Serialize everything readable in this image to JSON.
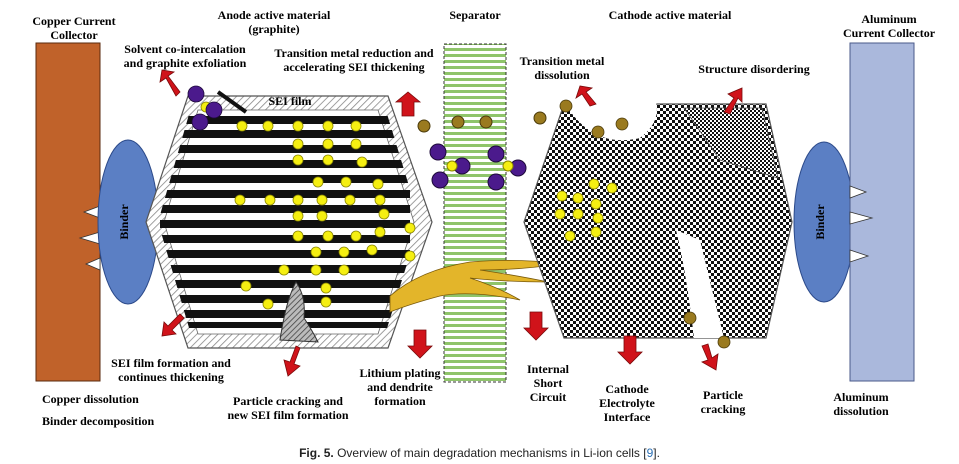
{
  "labels": {
    "copper_collector": [
      "Copper Current",
      "Collector"
    ],
    "anode_material": [
      "Anode active material",
      "(graphite)"
    ],
    "separator": "Separator",
    "cathode_material": "Cathode active material",
    "aluminum_collector": [
      "Aluminum",
      "Current Collector"
    ],
    "solvent": [
      "Solvent co-intercalation",
      "and graphite exfoliation"
    ],
    "tm_reduction": [
      "Transition metal reduction and",
      "accelerating SEI thickening"
    ],
    "tm_dissolution": [
      "Transition metal",
      "dissolution"
    ],
    "structure_disorder": "Structure disordering",
    "sei_film": "SEI film",
    "binder_left": "Binder",
    "binder_right": "Binder",
    "sei_formation": [
      "SEI film formation and",
      "continues thickening"
    ],
    "copper_dissolution": "Copper dissolution",
    "binder_decomposition": "Binder decomposition",
    "particle_cracking_anode": [
      "Particle cracking and",
      "new SEI film formation"
    ],
    "lithium_plating": [
      "Lithium plating",
      "and dendrite",
      "formation"
    ],
    "internal_short": [
      "Internal",
      "Short",
      "Circuit"
    ],
    "cathode_interface": [
      "Cathode",
      "Electrolyte",
      "Interface"
    ],
    "particle_cracking_cathode": [
      "Particle",
      "cracking"
    ],
    "aluminum_dissolution": [
      "Aluminum",
      "dissolution"
    ]
  },
  "caption": {
    "fig_label": "Fig. 5.",
    "text": " Overview of main degradation mechanisms in Li-ion cells [",
    "ref": "9",
    "end": "]."
  },
  "colors": {
    "copper": "#c0622a",
    "aluminum": "#aab8dc",
    "binder": "#5b7fc4",
    "arrow": "#d0131a",
    "lithium": "#f5ef12",
    "tm_ion": "#4b1a8c",
    "tm_particle": "#9a7a1f",
    "separator": "#8fc46a",
    "dendrite": "#e3b52a"
  }
}
